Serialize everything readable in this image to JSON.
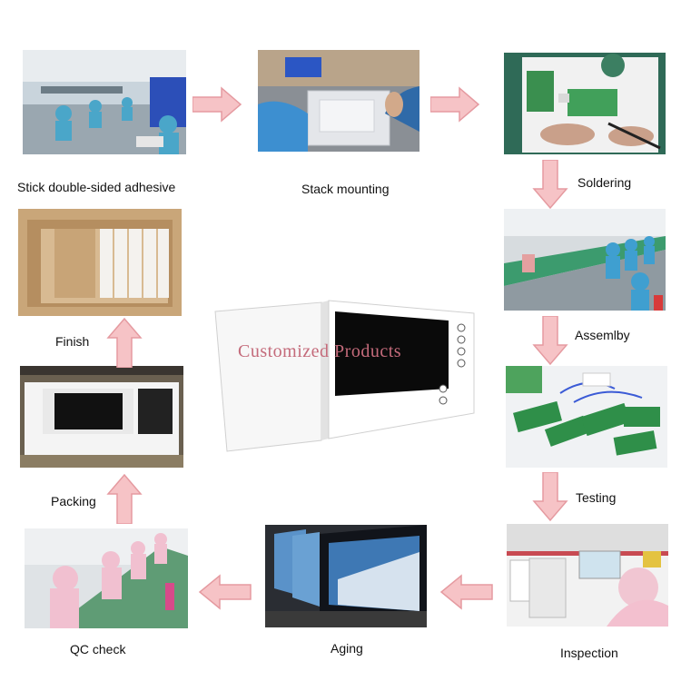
{
  "steps": [
    {
      "label": "Stick double-sided adhesive"
    },
    {
      "label": "Stack mounting"
    },
    {
      "label": "Soldering"
    },
    {
      "label": "Assemlby"
    },
    {
      "label": "Testing"
    },
    {
      "label": "Inspection"
    },
    {
      "label": "Aging"
    },
    {
      "label": "QC check"
    },
    {
      "label": "Packing"
    },
    {
      "label": "Finish"
    }
  ],
  "center": {
    "overlay_text": "Customized Products"
  },
  "colors": {
    "arrow_fill": "#f6c3c6",
    "arrow_stroke": "#e59aa0",
    "overlay_text": "#c46b7b"
  }
}
